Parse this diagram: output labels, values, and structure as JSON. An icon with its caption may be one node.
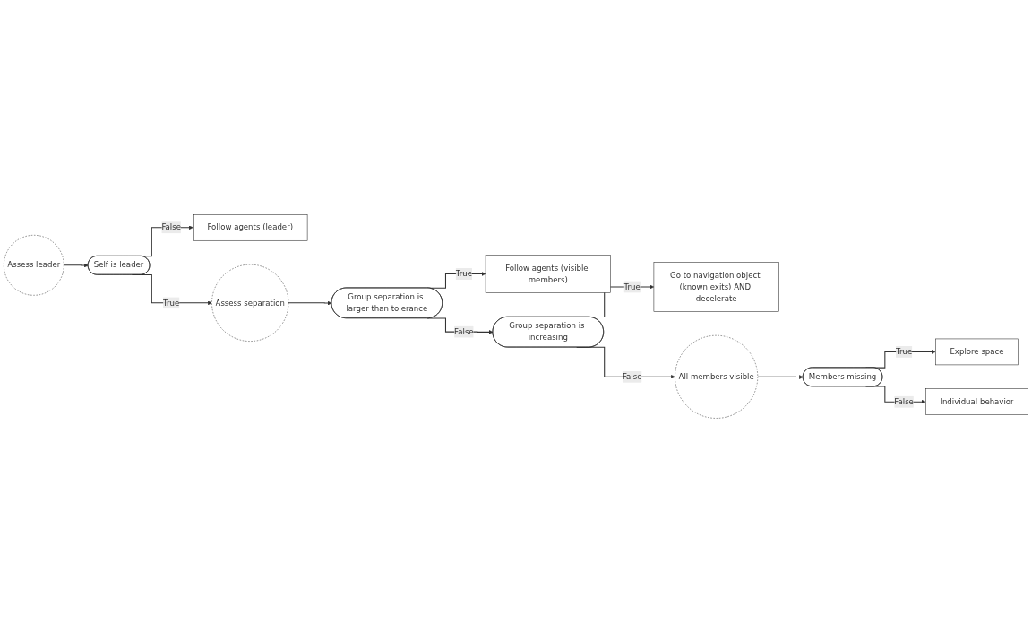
{
  "diagram": {
    "nodes": [
      {
        "text": [
          "Assess leader"
        ]
      },
      {
        "text": [
          "Self is leader"
        ]
      },
      {
        "text": [
          "Follow agents (leader)"
        ]
      },
      {
        "text": [
          "Assess separation"
        ]
      },
      {
        "text": [
          "Group separation is larger than tolerance"
        ]
      },
      {
        "text": [
          "Follow agents (visible members)"
        ]
      },
      {
        "text": [
          "Group separation is increasing"
        ]
      },
      {
        "text": [
          "Go to navigation object (known exits) AND decelerate"
        ]
      },
      {
        "text": [
          "All members visible"
        ]
      },
      {
        "text": [
          "Members missing"
        ]
      },
      {
        "text": [
          "Explore space"
        ]
      },
      {
        "text": [
          "Individual behavior"
        ]
      }
    ],
    "edges": [
      {
        "from": 0,
        "to": 1,
        "arrow": "to"
      },
      {
        "from": 1,
        "to": 2,
        "label": "False",
        "arrow": "to"
      },
      {
        "from": 1,
        "to": 3,
        "label": "True",
        "arrow": "to"
      },
      {
        "from": 3,
        "to": 4,
        "arrow": "to"
      },
      {
        "from": 4,
        "to": 5,
        "label": "True",
        "arrow": "to"
      },
      {
        "from": 4,
        "to": 6,
        "label": "False",
        "arrow": "to"
      },
      {
        "from": 6,
        "to": 7,
        "label": "True",
        "arrow": "to"
      },
      {
        "from": 6,
        "to": 8,
        "label": "False",
        "arrow": "to"
      },
      {
        "from": 8,
        "to": 9,
        "arrow": "to"
      },
      {
        "from": 9,
        "to": 10,
        "label": "True",
        "arrow": "to"
      },
      {
        "from": 9,
        "to": 11,
        "label": "False",
        "arrow": "to"
      }
    ]
  }
}
